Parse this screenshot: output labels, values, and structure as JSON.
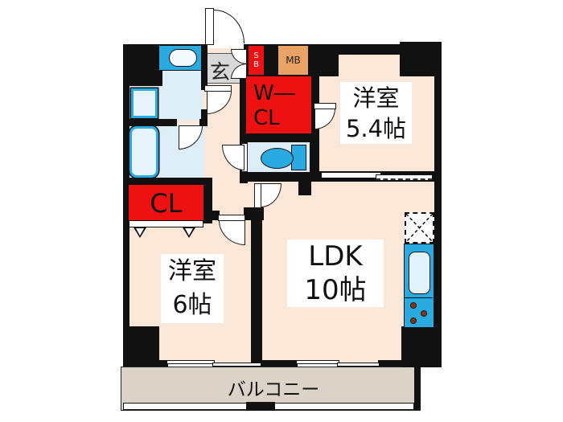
{
  "plan": {
    "type": "japanese-apartment-floorplan",
    "rooms": {
      "bedroom1": {
        "name": "洋室",
        "size": "5.4帖"
      },
      "ldk": {
        "name": "LDK",
        "size": "10帖"
      },
      "bedroom2": {
        "name": "洋室",
        "size": "6帖"
      },
      "balcony": {
        "name": "バルコニー"
      },
      "entrance": {
        "name": "玄"
      },
      "walk_in_closet": {
        "line1": "W―",
        "line2": "CL"
      },
      "closet": {
        "name": "CL"
      },
      "shoe_box": {
        "line1": "S",
        "line2": "B"
      },
      "meter_box": {
        "name": "MB"
      }
    },
    "colors": {
      "wall": "#111111",
      "floor_peach": "#fae7d8",
      "wet_area_blue": "#ddeef8",
      "fixture_blue": "#29abe2",
      "closet_red": "#ee1111",
      "meter_box_orange": "#e9a263",
      "balcony_beige": "#dcd3c8",
      "entrance_gray": "#d8d8d8",
      "burner_brown": "#7a3a12",
      "label_text": "#111111",
      "shoe_box_text": "#ffffff"
    },
    "icons": [
      "bathtub-icon",
      "washing-machine-icon",
      "vanity-sink-icon",
      "toilet-icon",
      "kitchen-sink-icon",
      "stove-burners-icon",
      "refrigerator-space-icon",
      "door-swing-icon",
      "entrance-door-arc-icon",
      "sliding-door-icon",
      "window-icon",
      "closet-folding-door-icon"
    ]
  }
}
